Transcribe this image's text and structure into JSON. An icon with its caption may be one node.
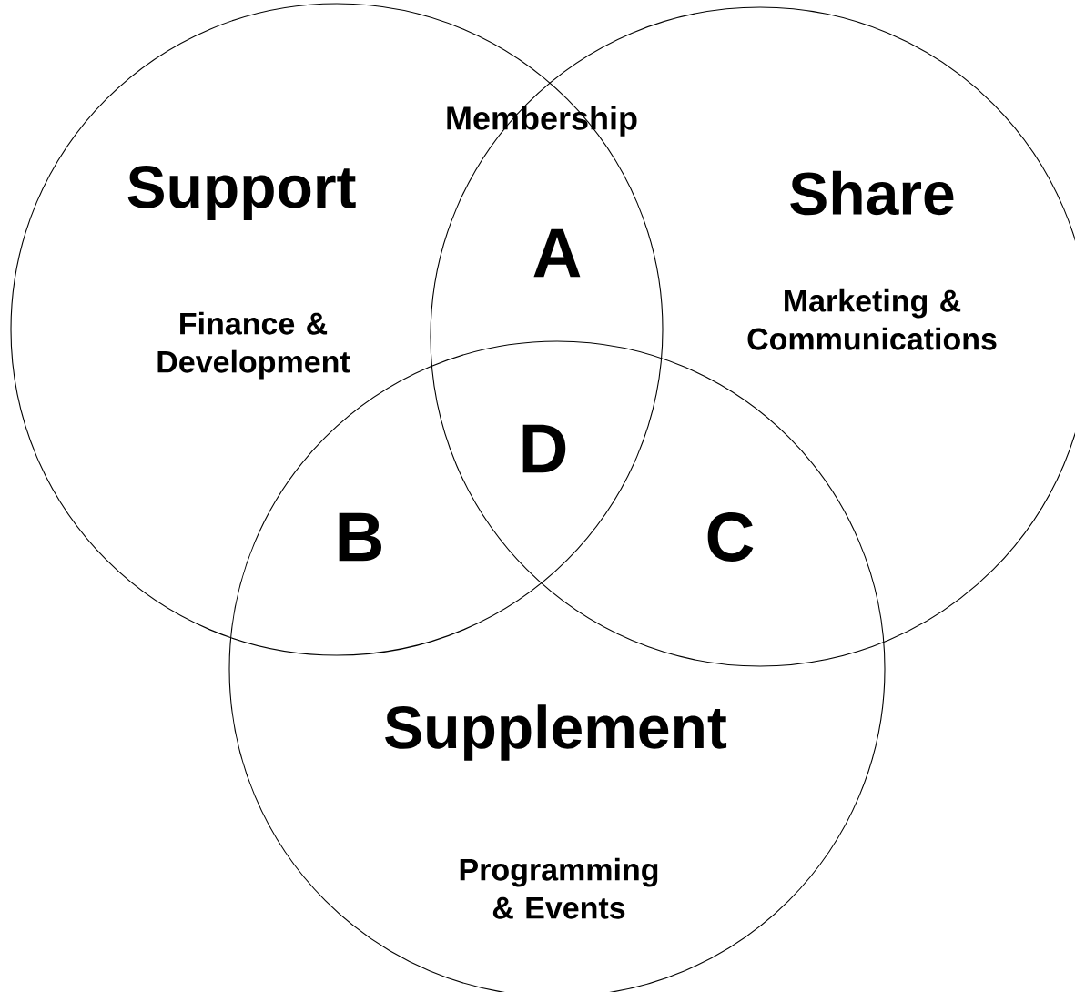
{
  "diagram": {
    "nodes": [
      {
        "text": [
          "Support",
          "Finance & Development"
        ]
      },
      {
        "text": [
          "Share",
          "Marketing & Communications"
        ]
      },
      {
        "text": [
          "Supplement",
          "Programming & Events"
        ]
      }
    ],
    "labels": [
      "Membership",
      "A",
      "D",
      "B",
      "C"
    ]
  }
}
